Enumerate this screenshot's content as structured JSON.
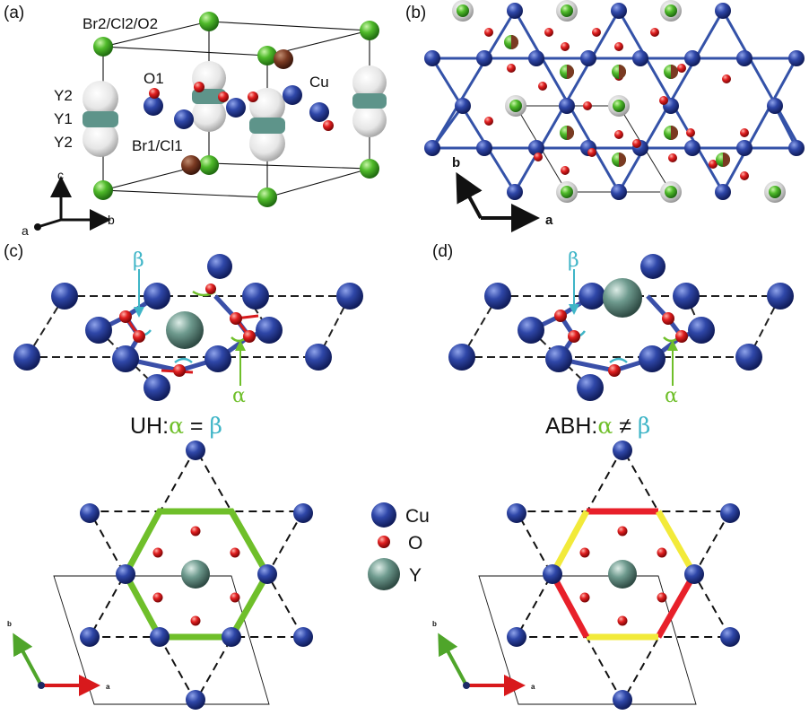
{
  "panels": {
    "a": "(a)",
    "b": "(b)",
    "c": "(c)",
    "d": "(d)"
  },
  "panel_a": {
    "site_br2": "Br2/Cl2/O2",
    "site_y2_top": "Y2",
    "site_y1": "Y1",
    "site_y2_bottom": "Y2",
    "site_o1": "O1",
    "site_cu": "Cu",
    "site_br1": "Br1/Cl1",
    "axis_a": "a",
    "axis_b": "b",
    "axis_c": "c"
  },
  "panel_b": {
    "axis_a": "a",
    "axis_b": "b"
  },
  "panel_c": {
    "beta": "β",
    "alpha": "α",
    "caption_prefix": "UH:",
    "caption_alpha": "α",
    "caption_relation": " = ",
    "caption_beta": "β",
    "axis_a": "a",
    "axis_b": "b",
    "hexagon_color": "#6fbf2a"
  },
  "panel_d": {
    "beta": "β",
    "alpha": "α",
    "caption_prefix": "ABH:",
    "caption_alpha": "α",
    "caption_relation": " ≠ ",
    "caption_beta": "β",
    "axis_a": "a",
    "axis_b": "b",
    "hexagon_colors": [
      "#e8202a",
      "#f2ea3a"
    ]
  },
  "legend": [
    {
      "label": "Cu",
      "color": "#2a3f9e"
    },
    {
      "label": "O",
      "color": "#d8191c"
    },
    {
      "label": "Y",
      "color": "#6e9a8e"
    }
  ],
  "colors": {
    "cu": "#2a3f9e",
    "o": "#d8191c",
    "y": "#6e9a8e",
    "br": "#5cc234",
    "lattice_b": "#3452a8",
    "alpha_mark": "#6fbf2a",
    "beta_mark": "#3fb5c7"
  }
}
